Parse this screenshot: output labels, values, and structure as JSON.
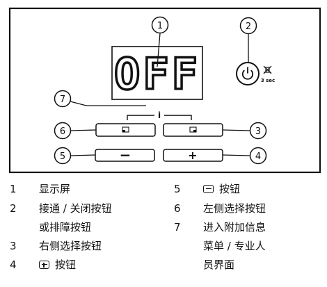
{
  "display": {
    "text": "OFF"
  },
  "power": {
    "hold_time": "3 sec"
  },
  "info_mark": "i",
  "keys": {
    "minus_symbol": "−",
    "plus_symbol": "+"
  },
  "callouts": [
    "1",
    "2",
    "3",
    "4",
    "5",
    "6",
    "7"
  ],
  "legend": [
    {
      "num": "1",
      "lines": [
        "显示屏"
      ]
    },
    {
      "num": "2",
      "lines": [
        "接通 / 关闭按钮",
        "或排障按钮"
      ]
    },
    {
      "num": "3",
      "lines": [
        "右侧选择按钮"
      ]
    },
    {
      "num": "4",
      "glyph": "plus-key-icon",
      "lines": [
        "按钮"
      ]
    },
    {
      "num": "5",
      "glyph": "minus-key-icon",
      "lines": [
        "按钮"
      ]
    },
    {
      "num": "6",
      "lines": [
        "左侧选择按钮"
      ]
    },
    {
      "num": "7",
      "lines": [
        "进入附加信息",
        "菜单 / 专业人",
        "员界面"
      ]
    }
  ]
}
